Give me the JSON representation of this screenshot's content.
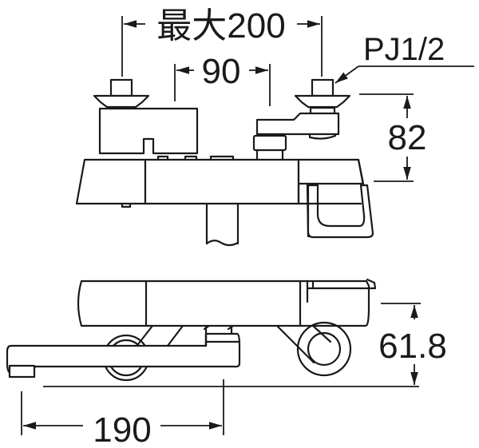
{
  "diagram": {
    "subject": "wall-mounted thermostatic mixing faucet",
    "views": [
      "front-view",
      "side-view"
    ],
    "line_color": "#1a1a1a",
    "background": "#ffffff"
  },
  "dimensions": {
    "max_width": {
      "label": "最大200",
      "value": 200,
      "prefix": "最大",
      "unit": "mm"
    },
    "inner_width": {
      "label": "90",
      "value": 90,
      "unit": "mm"
    },
    "thread": {
      "label": "PJ1/2"
    },
    "height_front": {
      "label": "82",
      "value": 82,
      "unit": "mm"
    },
    "height_side": {
      "label": "61.8",
      "value": 61.8,
      "unit": "mm"
    },
    "spout_reach": {
      "label": "190",
      "value": 190,
      "unit": "mm"
    }
  }
}
